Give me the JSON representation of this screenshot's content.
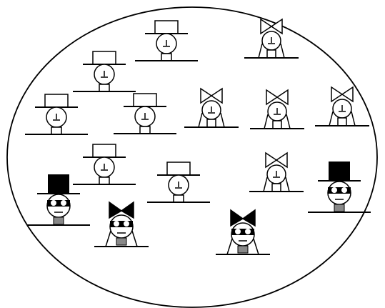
{
  "scene": {
    "background": "#ffffff",
    "stroke": "#000000",
    "face_fill": "#ffffff",
    "mask_fill": "#000000",
    "shirt_fill": "#888888",
    "hat_fill_light": "#ffffff",
    "hat_fill_dark": "#000000"
  },
  "figure_types": {
    "plain_hat": "top-hat-figure",
    "plain_bow": "bow-figure",
    "masked_hat": "masked-top-hat-figure",
    "masked_bow": "masked-bow-figure"
  }
}
